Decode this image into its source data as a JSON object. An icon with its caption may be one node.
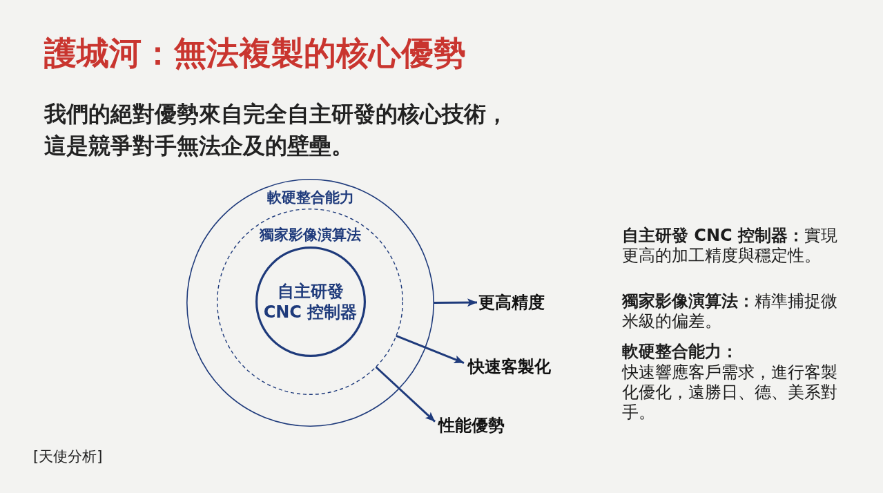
{
  "diagram": {
    "title": "護城河：無法複製的核心優勢",
    "nodes": [
      {
        "text": [
          "軟硬整合能力"
        ]
      },
      {
        "text": [
          "獨家影像演算法"
        ],
        "in": 0
      },
      {
        "text": [
          "自主研發 CNC 控制器"
        ],
        "in": 1
      },
      {
        "text": [
          "更高精度"
        ]
      },
      {
        "text": [
          "快速客製化"
        ]
      },
      {
        "text": [
          "性能優勢"
        ]
      }
    ],
    "edges": [
      {
        "from": 0,
        "to": 3,
        "arrow": "to"
      },
      {
        "from": 1,
        "to": 4,
        "arrow": "to"
      },
      {
        "from": 1,
        "to": 5,
        "arrow": "to"
      }
    ],
    "labels": [
      "我們的絕對優勢來自完全自主研發的核心技術，這是競爭對手無法企及的壁壘。",
      "**自主研發 CNC 控制器：**實現更高的加工精度與穩定性。",
      "**獨家影像演算法：**精準捕捉微米級的偏差。",
      "軟硬整合能力：",
      "快速響應客戶需求，進行客製化優化，遠勝日、德、美系對手。",
      "[天使分析]"
    ]
  }
}
